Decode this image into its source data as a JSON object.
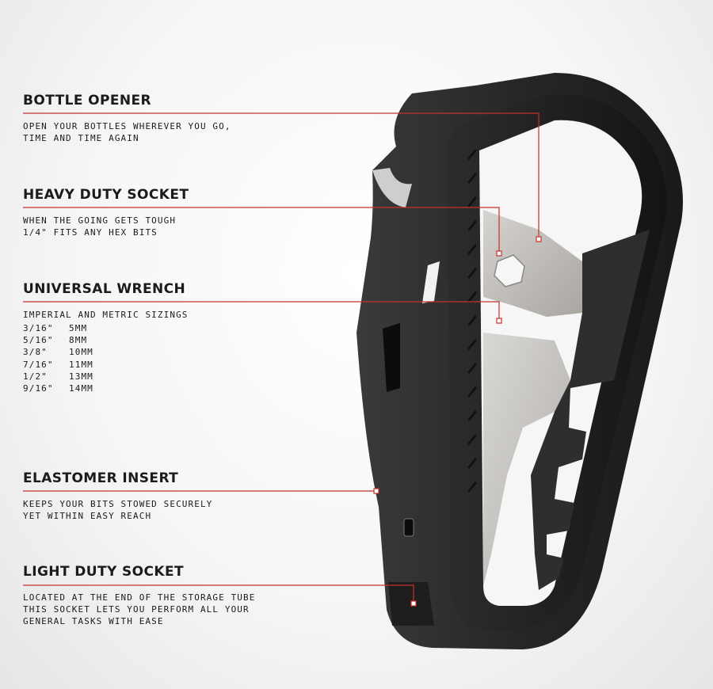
{
  "features": {
    "bottle_opener": {
      "title": "BOTTLE OPENER",
      "description": "OPEN YOUR BOTTLES WHEREVER YOU GO,\nTIME AND TIME AGAIN"
    },
    "heavy_socket": {
      "title": "HEAVY DUTY SOCKET",
      "description": "WHEN THE GOING GETS TOUGH\n1/4\" FITS ANY HEX BITS"
    },
    "universal_wrench": {
      "title": "UNIVERSAL WRENCH",
      "description": "IMPERIAL AND METRIC SIZINGS",
      "sizes": [
        {
          "imperial": "3/16\"",
          "metric": "5MM"
        },
        {
          "imperial": "5/16\"",
          "metric": "8MM"
        },
        {
          "imperial": "3/8\"",
          "metric": "10MM"
        },
        {
          "imperial": "7/16\"",
          "metric": "11MM"
        },
        {
          "imperial": "1/2\"",
          "metric": "13MM"
        },
        {
          "imperial": "9/16\"",
          "metric": "14MM"
        }
      ]
    },
    "elastomer_insert": {
      "title": "ELASTOMER INSERT",
      "description": "KEEPS YOUR BITS STOWED SECURELY\nYET WITHIN EASY REACH"
    },
    "light_socket": {
      "title": "LIGHT DUTY SOCKET",
      "description": "LOCATED AT THE END OF THE STORAGE TUBE\nTHIS SOCKET LETS YOU PERFORM ALL YOUR\nGENERAL TASKS WITH EASE"
    }
  },
  "colors": {
    "callout_line": "#c9302c",
    "tool_body": "#222222",
    "tool_rim": "#101010",
    "steel": "#c4c1bc",
    "text": "#1b1b1b"
  }
}
